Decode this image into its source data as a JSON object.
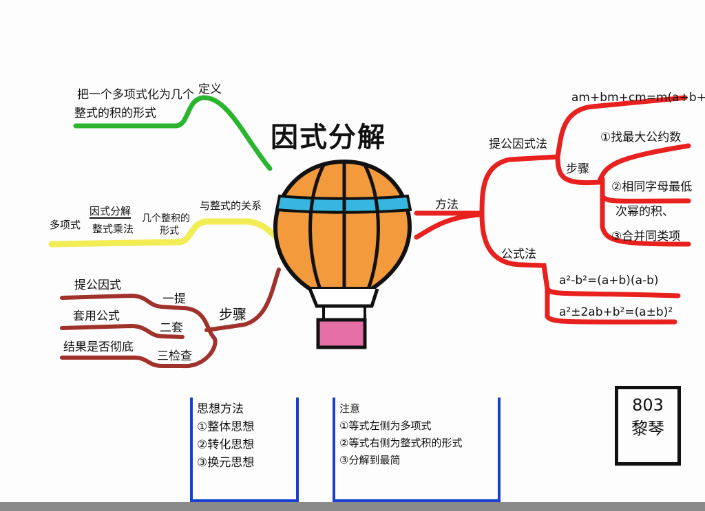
{
  "title": "因式分解",
  "colors": {
    "definition": "#2bb52f",
    "relation": "#f2ec55",
    "steps": "#a0322c",
    "methods": "#e8201e",
    "boxes": "#1a3fd0",
    "balloon": "#f39a3c",
    "band": "#36b6e0",
    "basket": "#e56fa6"
  },
  "definition": {
    "label": "定义",
    "text_line1": "把一个多项式化为几个",
    "text_line2": "整式的积的形式"
  },
  "relation": {
    "label": "与整式的关系",
    "left": "多项式",
    "arrow_top": "因式分解",
    "arrow_bottom": "整式乘法",
    "right_line1": "几个整积的",
    "right_line2": "形式"
  },
  "steps": {
    "label": "步骤",
    "items": [
      {
        "left": "提公因式",
        "right": "一提"
      },
      {
        "left": "套用公式",
        "right": "二套"
      },
      {
        "left": "结果是否彻底",
        "right": "三检查"
      }
    ]
  },
  "methods": {
    "label": "方法",
    "extract": {
      "label": "提公因式法",
      "formula": "am+bm+cm=m(a+b+c)",
      "steps_label": "步骤",
      "steps": [
        "①找最大公约数",
        "②相同字母最低",
        "次幂的积、",
        "③合并同类项"
      ]
    },
    "formula": {
      "label": "公式法",
      "items": [
        "a²-b²=(a+b)(a-b)",
        "a²±2ab+b²=(a±b)²"
      ]
    }
  },
  "thinking_box": {
    "title": "思想方法",
    "items": [
      "①整体思想",
      "②转化思想",
      "③换元思想"
    ]
  },
  "notes_box": {
    "title": "注意",
    "items": [
      "①等式左侧为多项式",
      "②等式右侧为整式积的形式",
      "③分解到最简"
    ]
  },
  "signature": {
    "class": "803",
    "name": "黎琴"
  }
}
